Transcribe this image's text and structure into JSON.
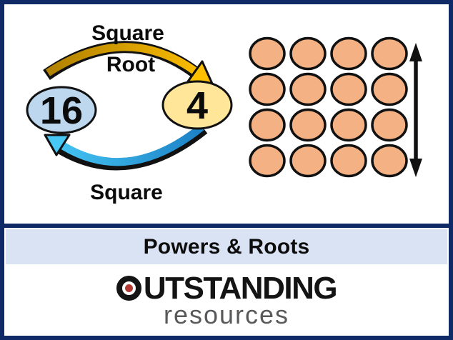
{
  "colors": {
    "border_navy": "#0f2a66",
    "title_bar_bg": "#dae3f3",
    "ellipse_16_fill": "#bdd7ee",
    "ellipse_4_fill": "#ffe699",
    "dot_fill": "#f4b183",
    "arrow_gold_dark": "#b08000",
    "arrow_gold_bright": "#ffc000",
    "arrow_blue_dark": "#1b7fc4",
    "arrow_blue_light": "#47c8f5",
    "logo_dot_red": "#b23a33",
    "resources_gray": "#58595b"
  },
  "diagram": {
    "cycle": {
      "left_value": "16",
      "right_value": "4",
      "top_label_line1": "Square",
      "top_label_line2": "Root",
      "bottom_label": "Square"
    },
    "dot_grid": {
      "rows": 4,
      "cols": 4,
      "total_dots": 16
    }
  },
  "title_bar": {
    "title": "Powers & Roots"
  },
  "logo": {
    "brand_first_letter": "O",
    "brand_rest": "UTSTANDING",
    "subtitle": "resources"
  }
}
